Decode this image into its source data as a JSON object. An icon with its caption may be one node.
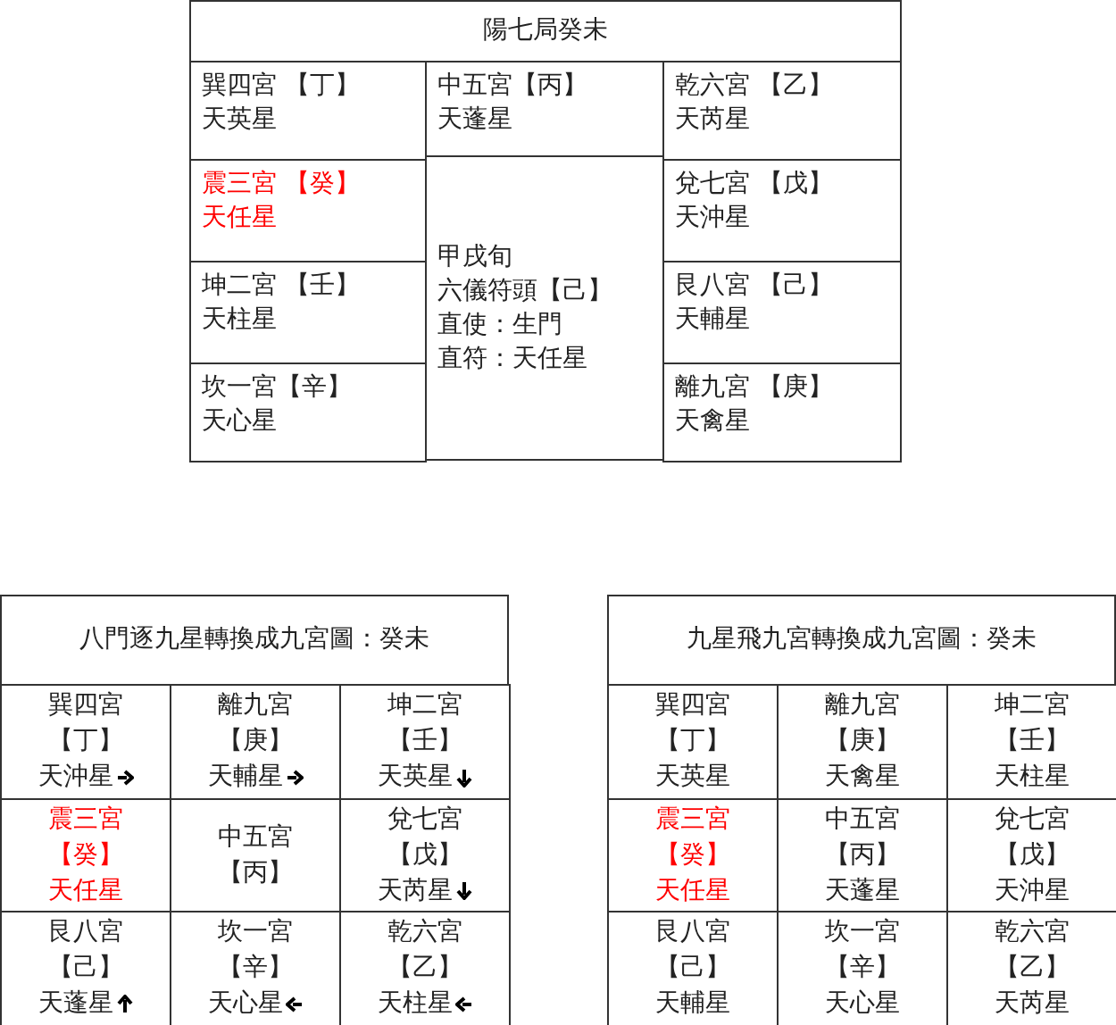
{
  "diagram": {
    "nodes": [
      {
        "text": [
          "陽七局癸未"
        ]
      },
      {
        "text": [
          "巽四宮 【丁】",
          "天英星"
        ]
      },
      {
        "text": [
          "中五宮【丙】",
          "天蓬星"
        ]
      },
      {
        "text": [
          "乾六宮 【乙】",
          "天芮星"
        ]
      },
      {
        "text": [
          "震三宮 【癸】",
          "天任星"
        ]
      },
      {
        "text": [
          "甲戌旬",
          "六儀符頭【己】",
          "直使：生門",
          "直符：天任星"
        ]
      },
      {
        "text": [
          "兌七宮 【戊】",
          "天沖星"
        ]
      },
      {
        "text": [
          "坤二宮 【壬】",
          "天柱星"
        ]
      },
      {
        "text": [
          "艮八宮 【己】",
          "天輔星"
        ]
      },
      {
        "text": [
          "坎一宮【辛】",
          "天心星"
        ]
      },
      {
        "text": [
          "離九宮 【庚】",
          "天禽星"
        ]
      },
      {
        "text": [
          "八門逐九星轉換成九宮圖：癸未"
        ]
      },
      {
        "text": [
          "巽四宮",
          "【丁】",
          "天沖星"
        ]
      },
      {
        "text": [
          "離九宮",
          "【庚】",
          "天輔星"
        ]
      },
      {
        "text": [
          "坤二宮",
          "【壬】",
          "天英星"
        ]
      },
      {
        "text": [
          "震三宮",
          "【癸】",
          "天任星"
        ]
      },
      {
        "text": [
          "中五宮",
          "【丙】"
        ]
      },
      {
        "text": [
          "兌七宮",
          "【戊】",
          "天芮星"
        ]
      },
      {
        "text": [
          "艮八宮",
          "【己】",
          "天蓬星"
        ]
      },
      {
        "text": [
          "坎一宮",
          "【辛】",
          "天心星"
        ]
      },
      {
        "text": [
          "乾六宮",
          "【乙】",
          "天柱星"
        ]
      },
      {
        "text": [
          "九星飛九宮轉換成九宮圖：癸未"
        ]
      },
      {
        "text": [
          "巽四宮",
          "【丁】",
          "天英星"
        ]
      },
      {
        "text": [
          "離九宮",
          "【庚】",
          "天禽星"
        ]
      },
      {
        "text": [
          "坤二宮",
          "【壬】",
          "天柱星"
        ]
      },
      {
        "text": [
          "震三宮",
          "【癸】",
          "天任星"
        ]
      },
      {
        "text": [
          "中五宮",
          "【丙】",
          "天蓬星"
        ]
      },
      {
        "text": [
          "兌七宮",
          "【戊】",
          "天沖星"
        ]
      },
      {
        "text": [
          "艮八宮",
          "【己】",
          "天輔星"
        ]
      },
      {
        "text": [
          "坎一宮",
          "【辛】",
          "天心星"
        ]
      },
      {
        "text": [
          "乾六宮",
          "【乙】",
          "天芮星"
        ]
      }
    ]
  }
}
